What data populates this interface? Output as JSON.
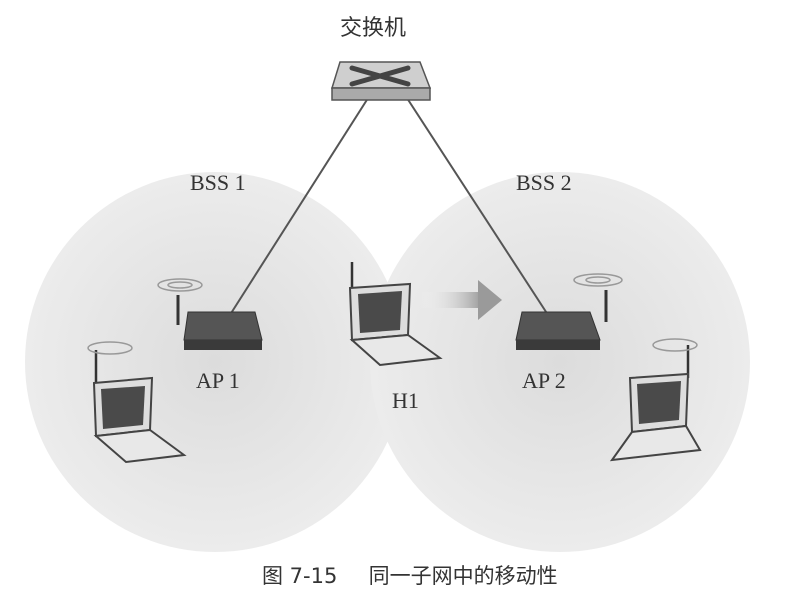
{
  "switch_label": "交换机",
  "bss1_label": "BSS 1",
  "bss2_label": "BSS 2",
  "ap1_label": "AP 1",
  "ap2_label": "AP 2",
  "host_label": "H1",
  "caption": {
    "figure_number": "图 7-15",
    "title": "同一子网中的移动性"
  },
  "colors": {
    "bss_fill": "#e4e4e4",
    "device": "#4a4a4a",
    "line": "#555555"
  }
}
